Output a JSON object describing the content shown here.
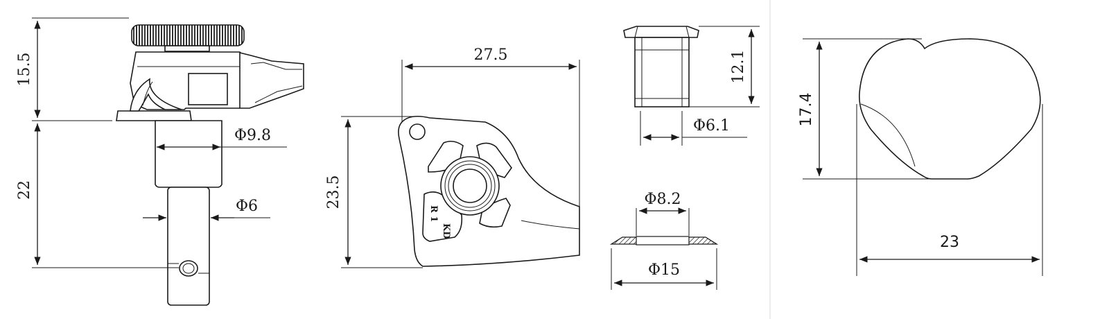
{
  "dimensions": {
    "tuner_height": "15.5",
    "post_length": "22",
    "post_diameter": "Φ9.8",
    "shaft_diameter": "Φ6",
    "plate_width": "27.5",
    "plate_height": "23.5",
    "bushing_height": "12.1",
    "bushing_diameter": "Φ6.1",
    "washer_inner": "Φ8.2",
    "washer_outer": "Φ15",
    "button_height": "17.4",
    "button_width": "23"
  },
  "markings": {
    "line1": "KD",
    "line2": "R 1"
  },
  "colors": {
    "line": "#1a1a1a",
    "background": "#ffffff",
    "divider": "#ececec"
  }
}
